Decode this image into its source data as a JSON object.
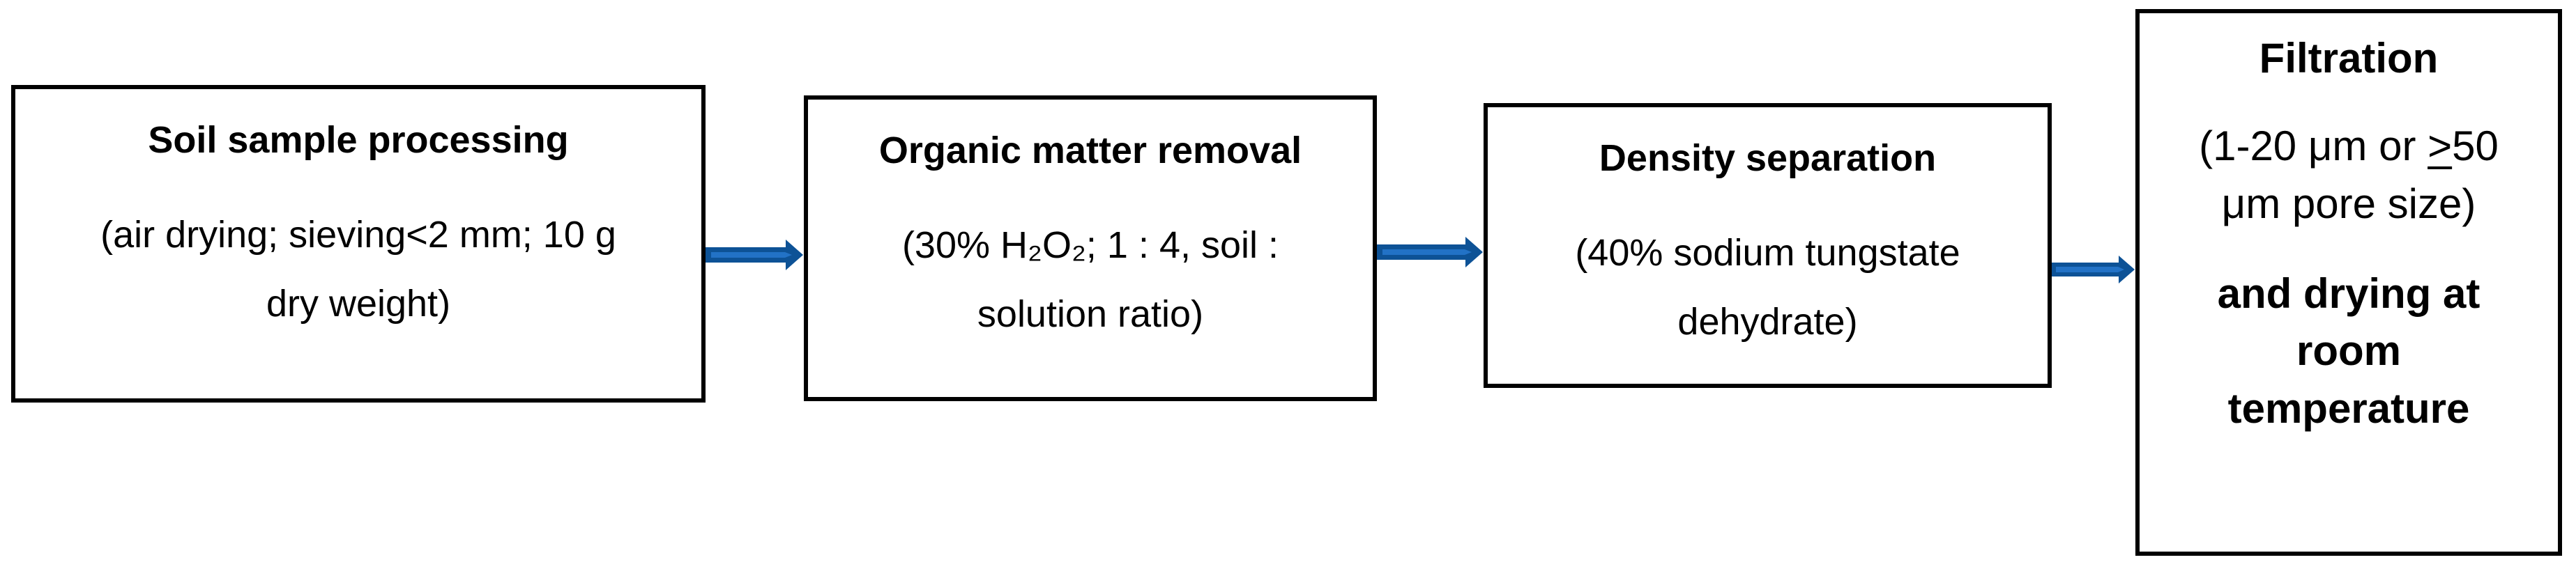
{
  "diagram": {
    "type": "flowchart",
    "background": "#ffffff",
    "direction": "left-to-right",
    "steps": 4
  },
  "colors": {
    "box_border": "#000000",
    "text": "#000000",
    "arrow_dark": "#0d5296",
    "arrow_light": "#2272c6"
  },
  "flow": {
    "boxes": [
      {
        "id": "soil-sample-processing",
        "title": "Soil sample processing",
        "body_lines": [
          "(air drying; sieving<2 mm; 10 g",
          "dry weight)"
        ]
      },
      {
        "id": "organic-matter-removal",
        "title": "Organic matter removal",
        "body_lines": [
          "(30% H₂O₂; 1 : 4, soil :",
          "solution ratio)"
        ]
      },
      {
        "id": "density-separation",
        "title": "Density separation",
        "body_lines": [
          "(40% sodium tungstate",
          "dehydrate)"
        ]
      },
      {
        "id": "filtration",
        "title": "Filtration",
        "pore": {
          "line1_prefix": "(1-20 μm or ",
          "ge": ">",
          "line1_suffix": "50",
          "line2": "μm pore size)"
        },
        "footer_lines": [
          "and drying at",
          "room",
          "temperature"
        ]
      }
    ],
    "arrows": [
      {
        "name": "arrow-1",
        "from": "soil-sample-processing",
        "to": "organic-matter-removal"
      },
      {
        "name": "arrow-2",
        "from": "organic-matter-removal",
        "to": "density-separation"
      },
      {
        "name": "arrow-3",
        "from": "density-separation",
        "to": "filtration"
      }
    ]
  }
}
